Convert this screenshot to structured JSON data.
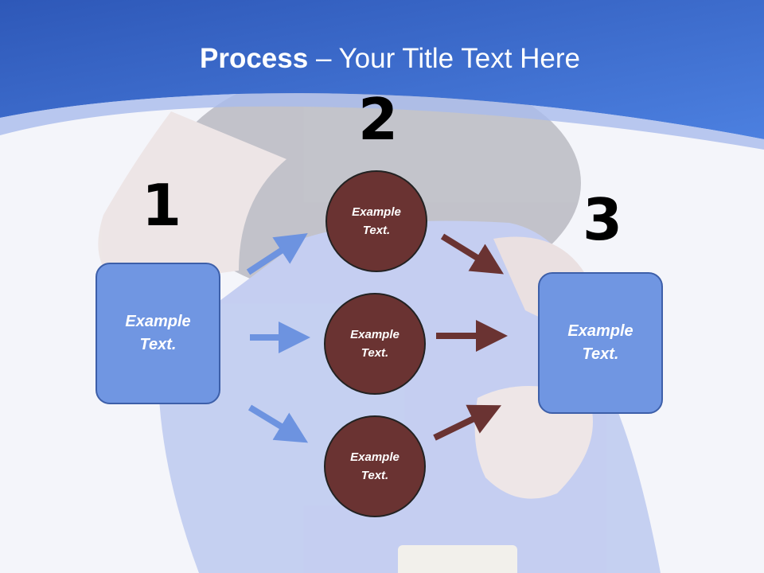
{
  "title": {
    "bold": "Process",
    "rest": " – Your Title Text Here"
  },
  "steps": [
    {
      "number": "1",
      "box_text": "Example\nText."
    },
    {
      "number": "2",
      "circles": [
        "Example\nText.",
        "Example\nText.",
        "Example\nText."
      ]
    },
    {
      "number": "3",
      "box_text": "Example\nText."
    }
  ],
  "colors": {
    "header_blue": "#3f6fd0",
    "box_blue": "#7096e2",
    "circle_brown": "#6a3332",
    "arrow_blue": "#6d93e0",
    "arrow_brown": "#6a3332"
  }
}
